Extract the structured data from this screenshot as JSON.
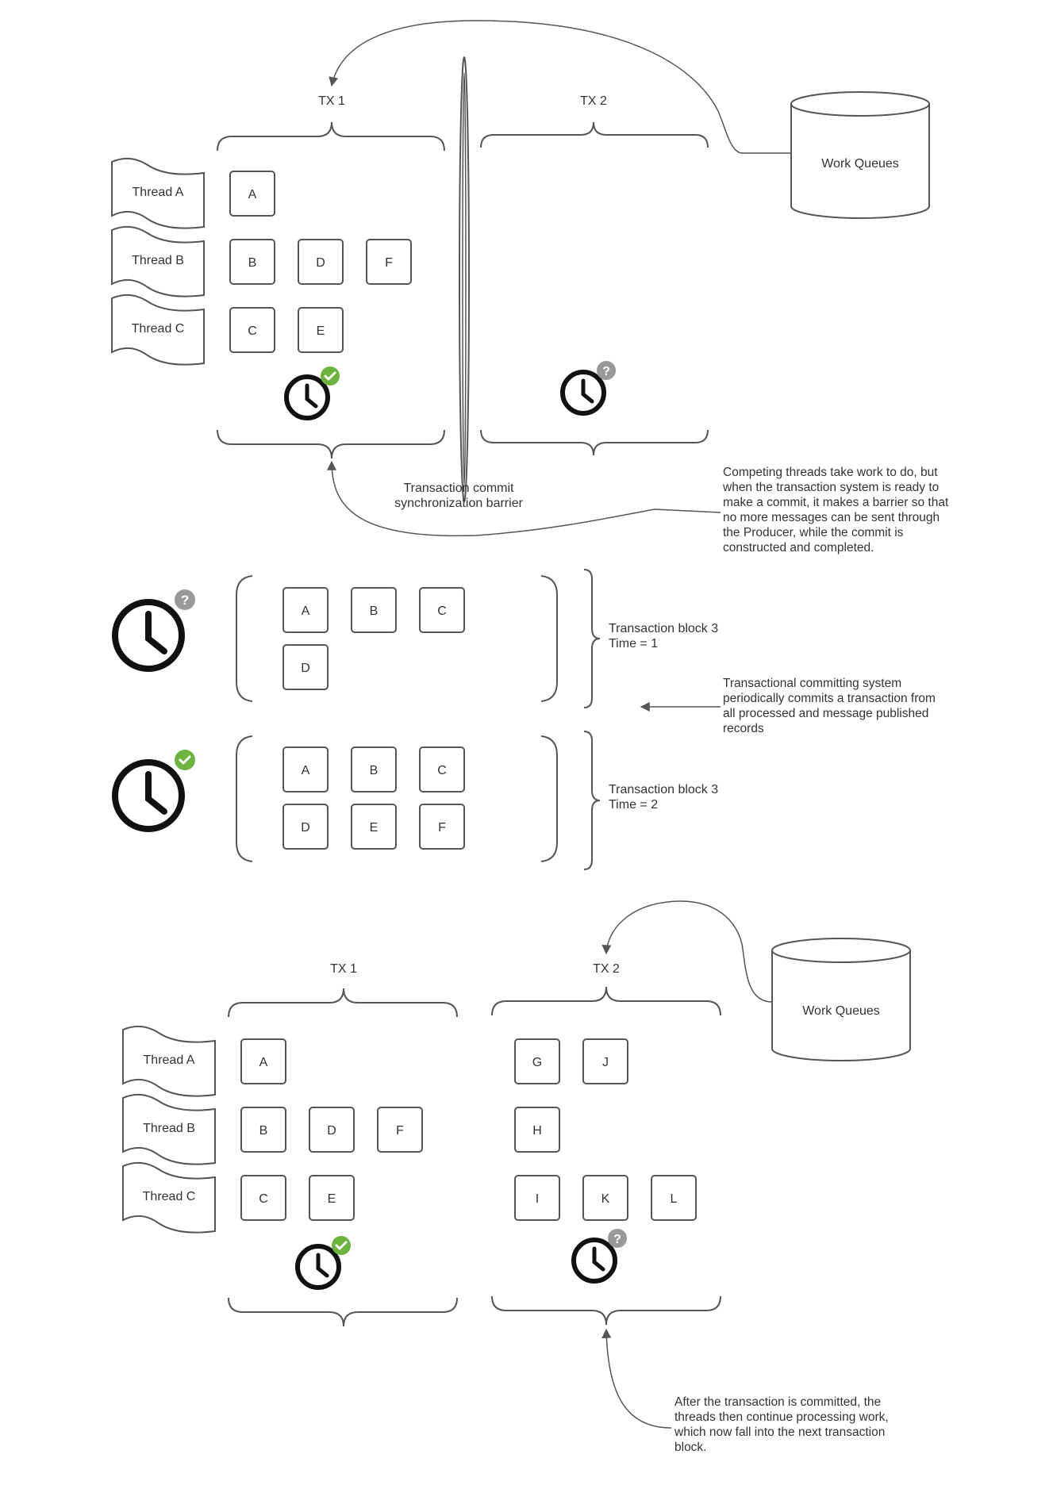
{
  "colors": {
    "stroke": "#555555",
    "ok": "#6db33f",
    "unknown": "#999999",
    "clock": "#111111",
    "text": "#333333"
  },
  "icons": {
    "clock": "clock-icon",
    "ok_badge": "check-badge-icon",
    "unknown_badge": "question-badge-icon"
  },
  "badges": {
    "unknown_glyph": "?"
  },
  "threads": [
    "Thread A",
    "Thread B",
    "Thread C"
  ],
  "queue_label": "Work Queues",
  "section1": {
    "tx1_label": "TX 1",
    "tx2_label": "TX 2",
    "tx1_items": {
      "row_a": [
        "A"
      ],
      "row_b": [
        "B",
        "D",
        "F"
      ],
      "row_c": [
        "C",
        "E"
      ]
    },
    "barrier_label": [
      "Transaction commit",
      "synchronization barrier"
    ],
    "note": [
      "Competing threads take work to do, but",
      "when the transaction system is ready to",
      "make a commit, it makes a barrier so that",
      "no more messages can be sent through",
      "the Producer, while the commit is",
      "constructed and completed."
    ]
  },
  "section2": {
    "block1": {
      "items": [
        "A",
        "B",
        "C",
        "D"
      ],
      "label": [
        "Transaction block 3",
        "Time = 1"
      ]
    },
    "block2": {
      "items": [
        "A",
        "B",
        "C",
        "D",
        "E",
        "F"
      ],
      "label": [
        "Transaction block 3",
        "Time = 2"
      ]
    },
    "note": [
      "Transactional committing system",
      "periodically commits a transaction from",
      "all processed and message published",
      "records"
    ]
  },
  "section3": {
    "tx1_label": "TX 1",
    "tx2_label": "TX 2",
    "tx1_items": {
      "row_a": [
        "A"
      ],
      "row_b": [
        "B",
        "D",
        "F"
      ],
      "row_c": [
        "C",
        "E"
      ]
    },
    "tx2_items": {
      "row_a": [
        "G",
        "J"
      ],
      "row_b": [
        "H"
      ],
      "row_c": [
        "I",
        "K",
        "L"
      ]
    },
    "note": [
      "After the transaction is committed, the",
      "threads then continue processing work,",
      "which now fall into the next transaction",
      "block."
    ]
  }
}
